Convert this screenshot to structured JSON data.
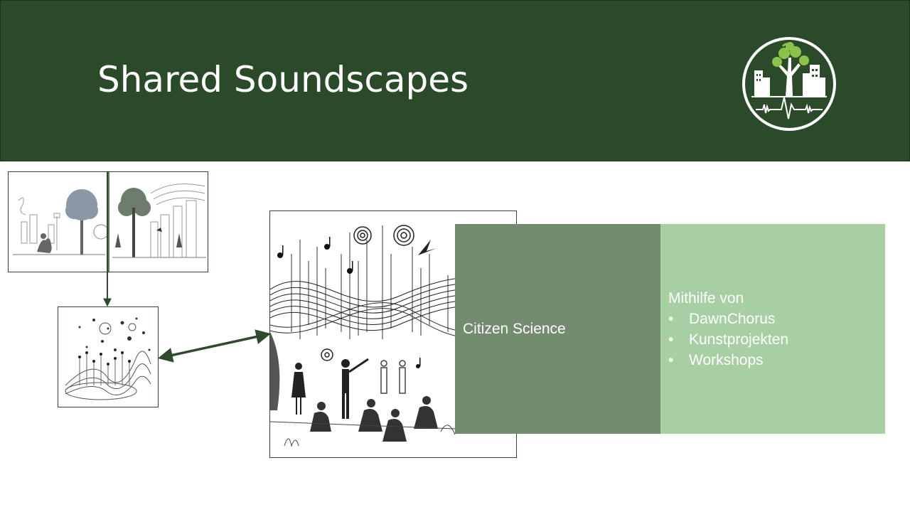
{
  "slide": {
    "title": "Shared Soundscapes"
  },
  "citizen_box": {
    "label": "Citizen Science"
  },
  "list_box": {
    "intro": "Mithilfe von",
    "items": [
      "DawnChorus",
      "Kunstprojekten",
      "Workshops"
    ]
  },
  "colors": {
    "header_bg": "#2a4a29",
    "box_dark_green": "#738c70",
    "box_light_green": "#a8cfa4",
    "arrow": "#2f4a2c",
    "logo_accent": "#8bc34a"
  },
  "icons": {
    "logo": "tree-city-soundwave-logo",
    "arrow": "double-headed-arrow"
  }
}
